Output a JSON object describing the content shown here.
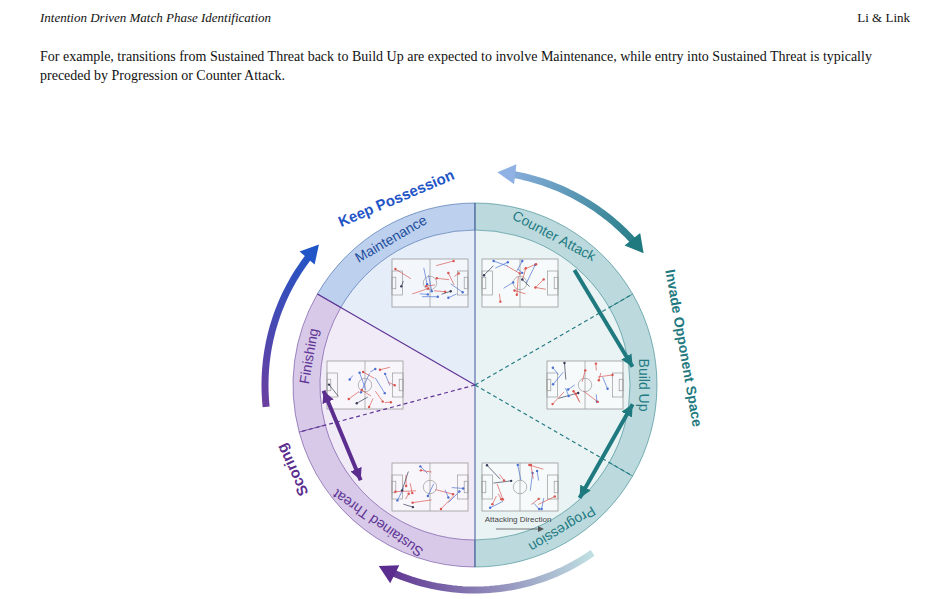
{
  "diagram": {
    "nodes": [
      {
        "text": [
          "Maintenance"
        ]
      },
      {
        "text": [
          "Counter Attack"
        ]
      },
      {
        "text": [
          "Build Up"
        ]
      },
      {
        "text": [
          "Progression"
        ]
      },
      {
        "text": [
          "Sustained Threat"
        ]
      },
      {
        "text": [
          "Finishing"
        ]
      }
    ],
    "edges": [
      {
        "from": 1,
        "to": 2,
        "arrow": "to"
      },
      {
        "from": 2,
        "to": 3,
        "arrow": "both"
      },
      {
        "from": 4,
        "to": 5,
        "arrow": "both"
      }
    ],
    "labels": [
      "Intention Driven Match Phase Identification",
      "Li & Link",
      "For example, transitions from Sustained Threat back to Build Up are expected to involve Maintenance, while entry into Sustained Threat is typically preceded by Progression or Counter Attack.",
      "Keep Possession",
      "Invade Opponent Space",
      "Scoring",
      "Attacking Direction"
    ]
  }
}
